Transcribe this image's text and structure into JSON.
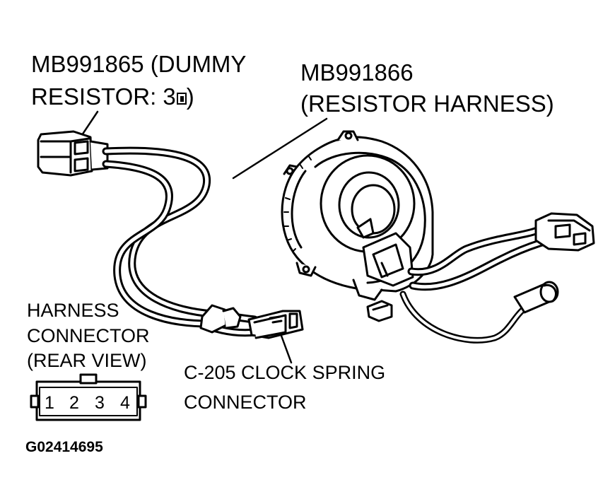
{
  "labels": {
    "dummy_resistor_line1": "MB991865 (DUMMY",
    "dummy_resistor_line2": "RESISTOR: 3",
    "dummy_resistor_line2_end": ")",
    "resistor_harness_line1": "MB991866",
    "resistor_harness_line2": "(RESISTOR HARNESS)",
    "harness_connector_line1": "HARNESS",
    "harness_connector_line2": "CONNECTOR",
    "harness_connector_line3": "(REAR VIEW)",
    "clock_spring_line1": "C-205 CLOCK SPRING",
    "clock_spring_line2": "CONNECTOR",
    "figure_id": "G02414695"
  },
  "connector_pins": [
    "1",
    "2",
    "3",
    "4"
  ],
  "icons": {
    "ohm_symbol": "ohm-icon"
  }
}
